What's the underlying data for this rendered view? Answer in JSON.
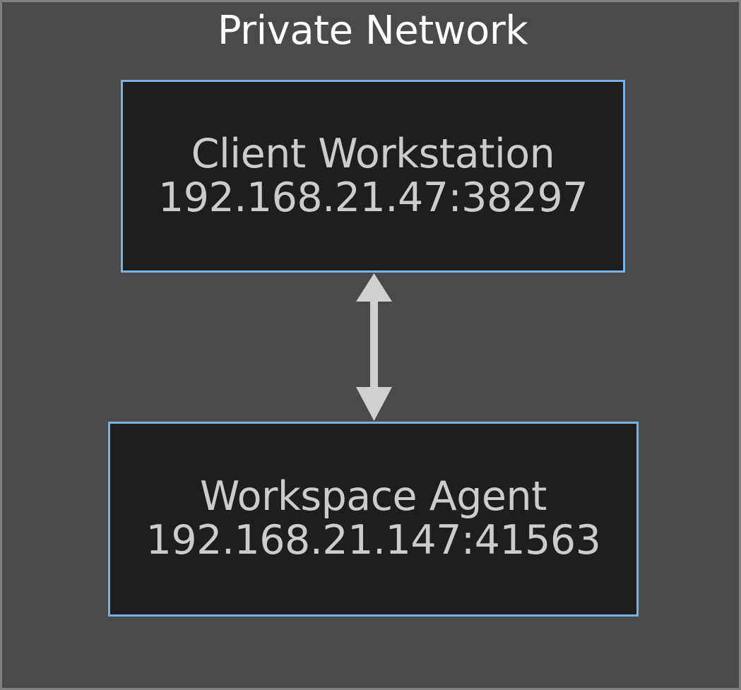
{
  "diagram": {
    "cluster": {
      "label": "Private Network",
      "background_color": "#4a4a4a",
      "border_color": "#808080",
      "title_color": "#ffffff"
    },
    "nodes": [
      {
        "id": "client-workstation",
        "title": "Client Workstation",
        "address": "192.168.21.47:38297",
        "fill_color": "#1e1e1e",
        "border_color": "#7cb0e0",
        "text_color": "#cccccc"
      },
      {
        "id": "workspace-agent",
        "title": "Workspace Agent",
        "address": "192.168.21.147:41563",
        "fill_color": "#1e1e1e",
        "border_color": "#7cb0e0",
        "text_color": "#cccccc"
      }
    ],
    "edges": [
      {
        "id": "client-agent-link",
        "from": "client-workstation",
        "to": "workspace-agent",
        "direction": "both",
        "label": "",
        "color": "#d0d0d0"
      }
    ]
  },
  "icons": {
    "arrow_up": "arrow-up-head-icon",
    "arrow_down": "arrow-down-head-icon",
    "arrow_shaft": "arrow-shaft-icon"
  }
}
